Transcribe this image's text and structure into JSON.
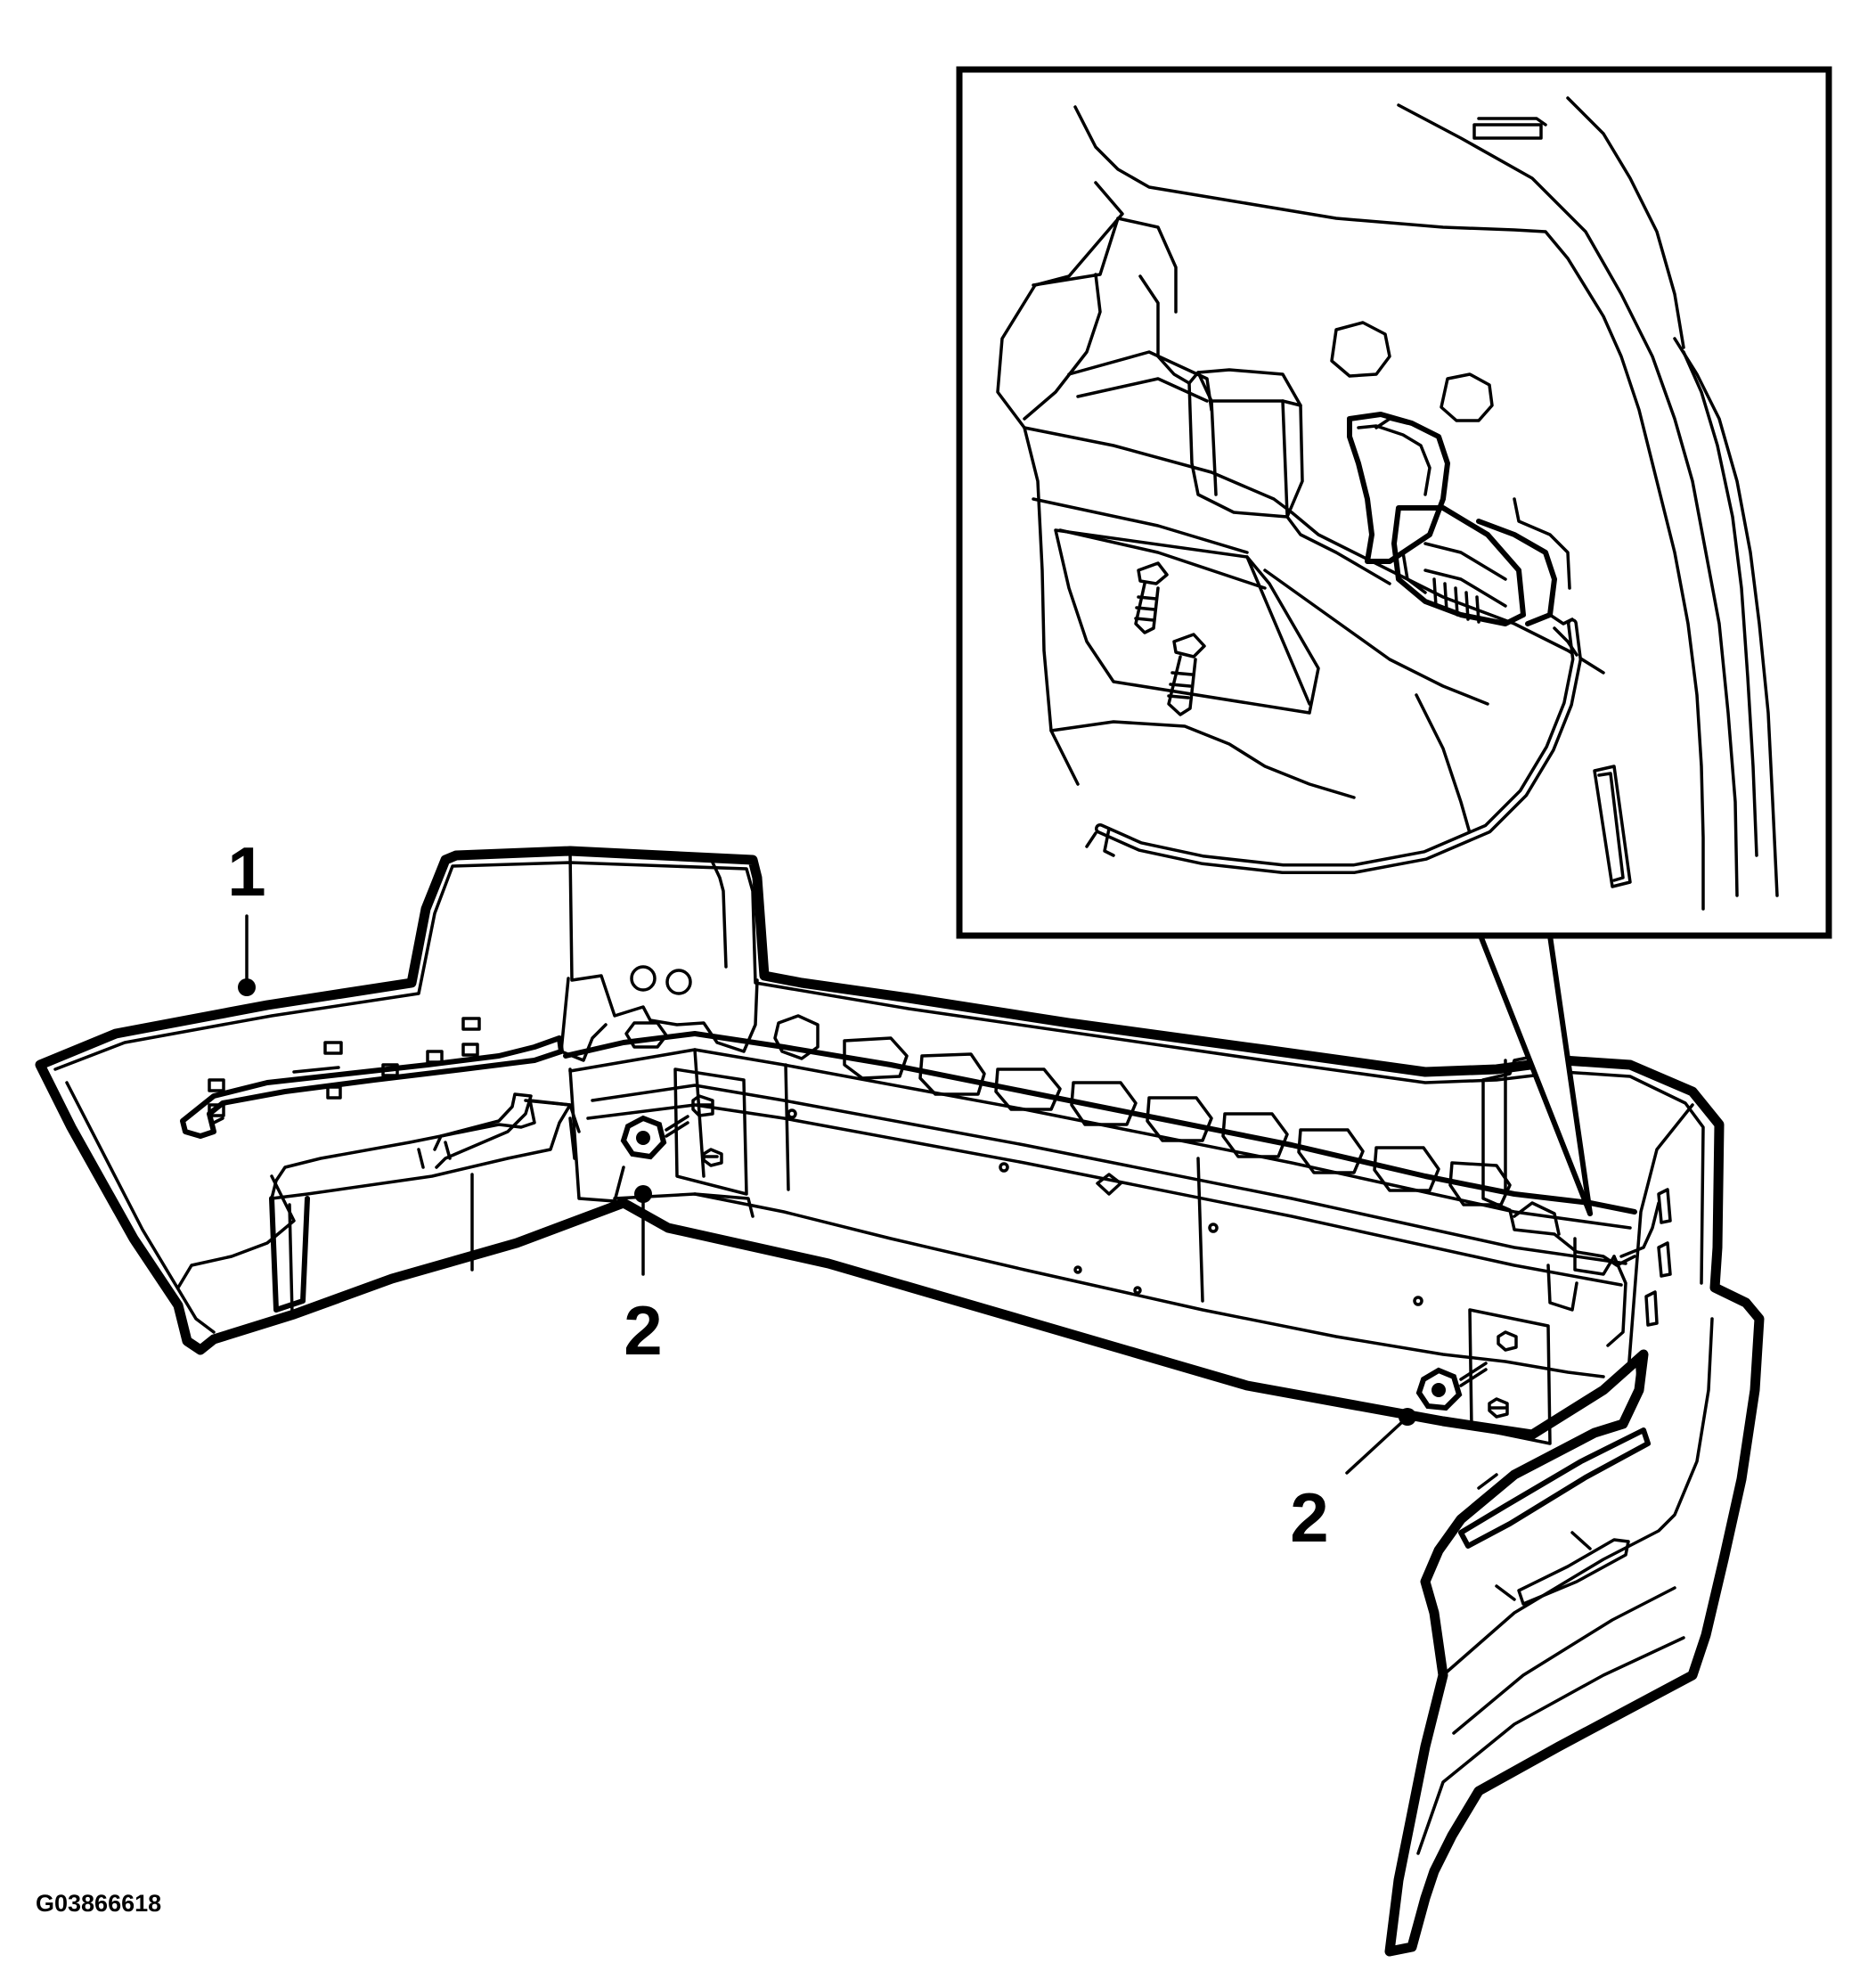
{
  "figure": {
    "id_label": "G03866618",
    "callouts": [
      {
        "key": "bumper-fascia",
        "label": "1"
      },
      {
        "key": "nut-left",
        "label": "2"
      },
      {
        "key": "nut-right",
        "label": "2"
      }
    ]
  },
  "colors": {
    "line": "#000000",
    "background": "#ffffff"
  }
}
